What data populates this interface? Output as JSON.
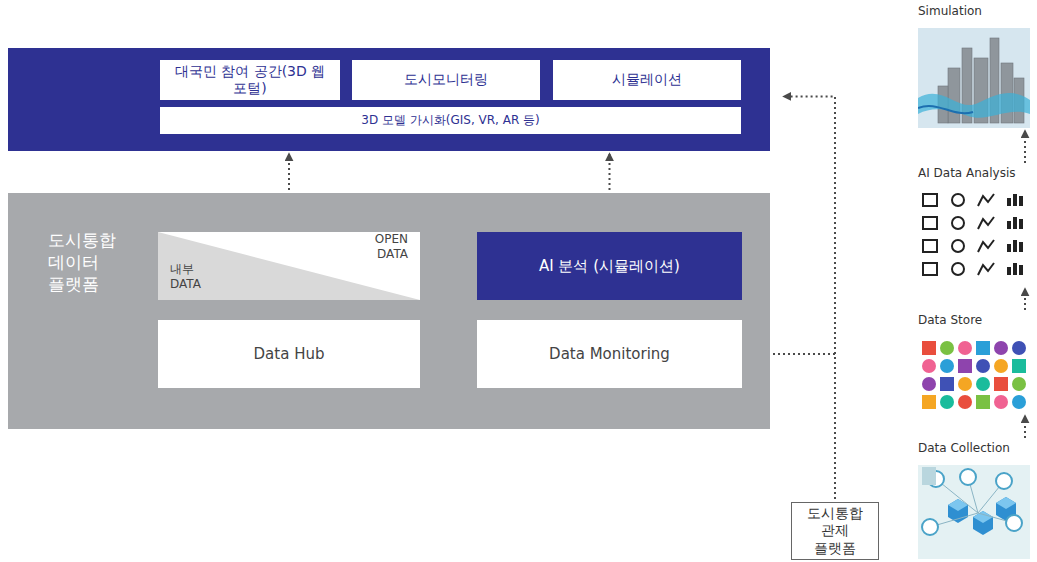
{
  "diagram": {
    "nodes": [
      {
        "text": []
      },
      {
        "text": [
          "대국민 참여 공간(3D 웹 포털)"
        ],
        "in": 0
      },
      {
        "text": [
          "도시모니터링"
        ],
        "in": 0
      },
      {
        "text": [
          "시뮬레이션"
        ],
        "in": 0
      },
      {
        "text": [
          "3D 모델 가시화(GIS, VR, AR 등)"
        ],
        "in": 0
      },
      {
        "text": [
          "도시통합 데이터 플랫폼"
        ]
      },
      {
        "text": [
          "내부 DATA",
          "OPEN DATA"
        ],
        "in": 5
      },
      {
        "text": [
          "AI 분석 (시뮬레이션)"
        ],
        "in": 5
      },
      {
        "text": [
          "Data Hub"
        ],
        "in": 5
      },
      {
        "text": [
          "Data Monitoring"
        ],
        "in": 5
      },
      {
        "text": [
          "도시통합 관제 플랫폼"
        ]
      },
      {
        "text": [
          "Simulation"
        ]
      },
      {
        "text": [
          "AI Data Analysis"
        ]
      },
      {
        "text": [
          "Data Store"
        ]
      },
      {
        "text": [
          "Data Collection"
        ]
      }
    ],
    "edges": [
      {
        "from": 6,
        "to": 0,
        "arrow": "to"
      },
      {
        "from": 7,
        "to": 0,
        "arrow": "to"
      },
      {
        "from": 6,
        "to": 7,
        "arrow": "both"
      },
      {
        "from": 8,
        "to": 9,
        "arrow": "to"
      },
      {
        "from": 10,
        "to": 9,
        "arrow": "to"
      },
      {
        "from": 10,
        "to": 0,
        "arrow": "to"
      },
      {
        "from": 14,
        "to": 13,
        "arrow": "to"
      },
      {
        "from": 13,
        "to": 12,
        "arrow": "to"
      },
      {
        "from": 12,
        "to": 11,
        "arrow": "to"
      }
    ]
  }
}
